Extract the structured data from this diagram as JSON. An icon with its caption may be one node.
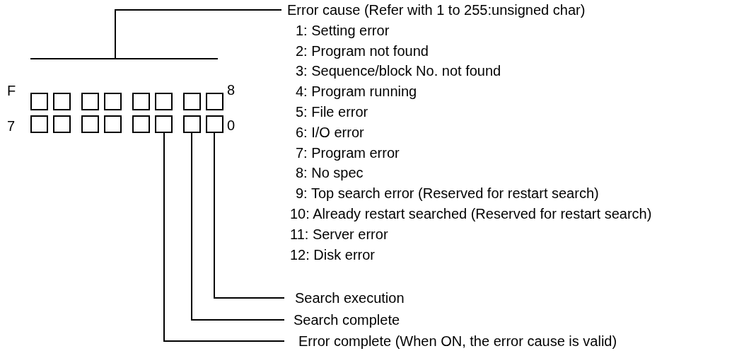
{
  "diagram": {
    "nodes": [
      {
        "text": [
          "Error cause (Refer with 1 to 255:unsigned char)"
        ]
      },
      {
        "text": [],
        "shape": "box"
      },
      {
        "text": [],
        "shape": "box"
      },
      {
        "text": [],
        "shape": "box"
      },
      {
        "text": [],
        "shape": "box"
      },
      {
        "text": [],
        "shape": "box"
      },
      {
        "text": [],
        "shape": "box"
      },
      {
        "text": [],
        "shape": "box"
      },
      {
        "text": [],
        "shape": "box"
      },
      {
        "text": [],
        "shape": "box"
      },
      {
        "text": [],
        "shape": "box"
      },
      {
        "text": [],
        "shape": "box"
      },
      {
        "text": [],
        "shape": "box"
      },
      {
        "text": [],
        "shape": "box"
      },
      {
        "text": [],
        "shape": "box"
      },
      {
        "text": [],
        "shape": "box"
      },
      {
        "text": [],
        "shape": "box"
      },
      {
        "text": [
          "Search execution"
        ]
      },
      {
        "text": [
          "Search complete"
        ]
      },
      {
        "text": [
          "Error complete (When ON, the error cause is valid)"
        ]
      }
    ],
    "edges": [
      {
        "from": 0,
        "to": null,
        "arrow": "none"
      },
      {
        "from": 17,
        "to": 16,
        "arrow": "none"
      },
      {
        "from": 18,
        "to": 15,
        "arrow": "none"
      },
      {
        "from": 19,
        "to": 14,
        "arrow": "none"
      }
    ],
    "labels": [
      "F",
      "8",
      "7",
      "0",
      "1: Setting error",
      "2: Program not found",
      "3: Sequence/block No. not found",
      "4: Program running",
      "5: File error",
      "6: I/O error",
      "7: Program error",
      "8: No spec",
      "9: Top search error (Reserved for restart search)",
      "10: Already restart searched (Reserved for restart search)",
      "11: Server error",
      "12: Disk error"
    ]
  }
}
